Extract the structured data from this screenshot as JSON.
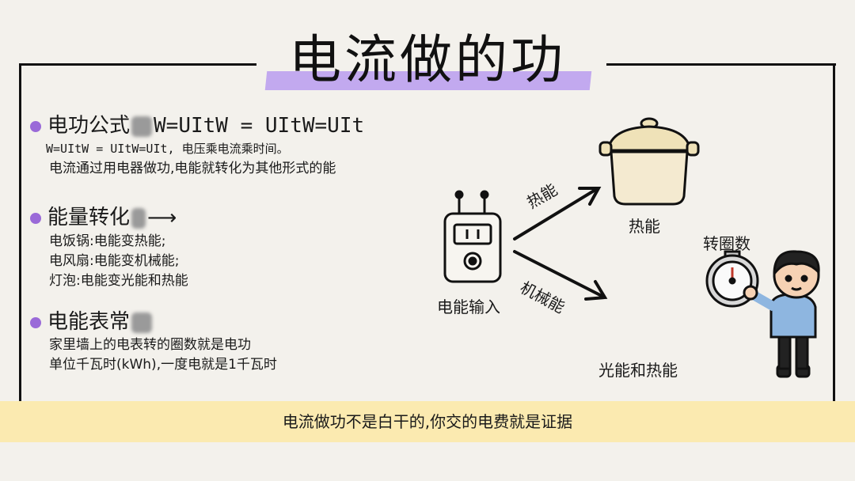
{
  "title": "电流做的功",
  "sections": {
    "formula": {
      "heading_prefix": "电功公式",
      "heading_formula": "W=UItW = UItW=UIt",
      "line1": "W=UItW = UItW=UIt, 电压乘电流乘时间。",
      "line2": "电流通过用电器做功,电能就转化为其他形式的能"
    },
    "energy": {
      "heading": "能量转化",
      "arrow_icon": "right-arrow-icon",
      "items": [
        "电饭锅:电能变热能;",
        "电风扇:电能变机械能;",
        "灯泡:电能变光能和热能"
      ]
    },
    "meter": {
      "heading": "电能表常",
      "line1": "家里墙上的电表转的圈数就是电功",
      "line2": "单位千瓦时(kWh),一度电就是1千瓦时"
    }
  },
  "diagram": {
    "input_label": "电能输入",
    "arrow_upper_label": "热能",
    "arrow_lower_label": "机械能",
    "pot_label": "热能",
    "meter_label": "转圈数",
    "bottom_label": "光能和热能",
    "icons": [
      "electric-meter-icon",
      "rice-cooker-icon",
      "stopwatch-icon",
      "boy-character-icon"
    ]
  },
  "caption": "电流做功不是白干的,你交的电费就是证据",
  "colors": {
    "background": "#f3f1ec",
    "accent_purple": "#9a6ad8",
    "highlight_purple": "#b89cf0",
    "caption_yellow": "#fbeab0"
  }
}
